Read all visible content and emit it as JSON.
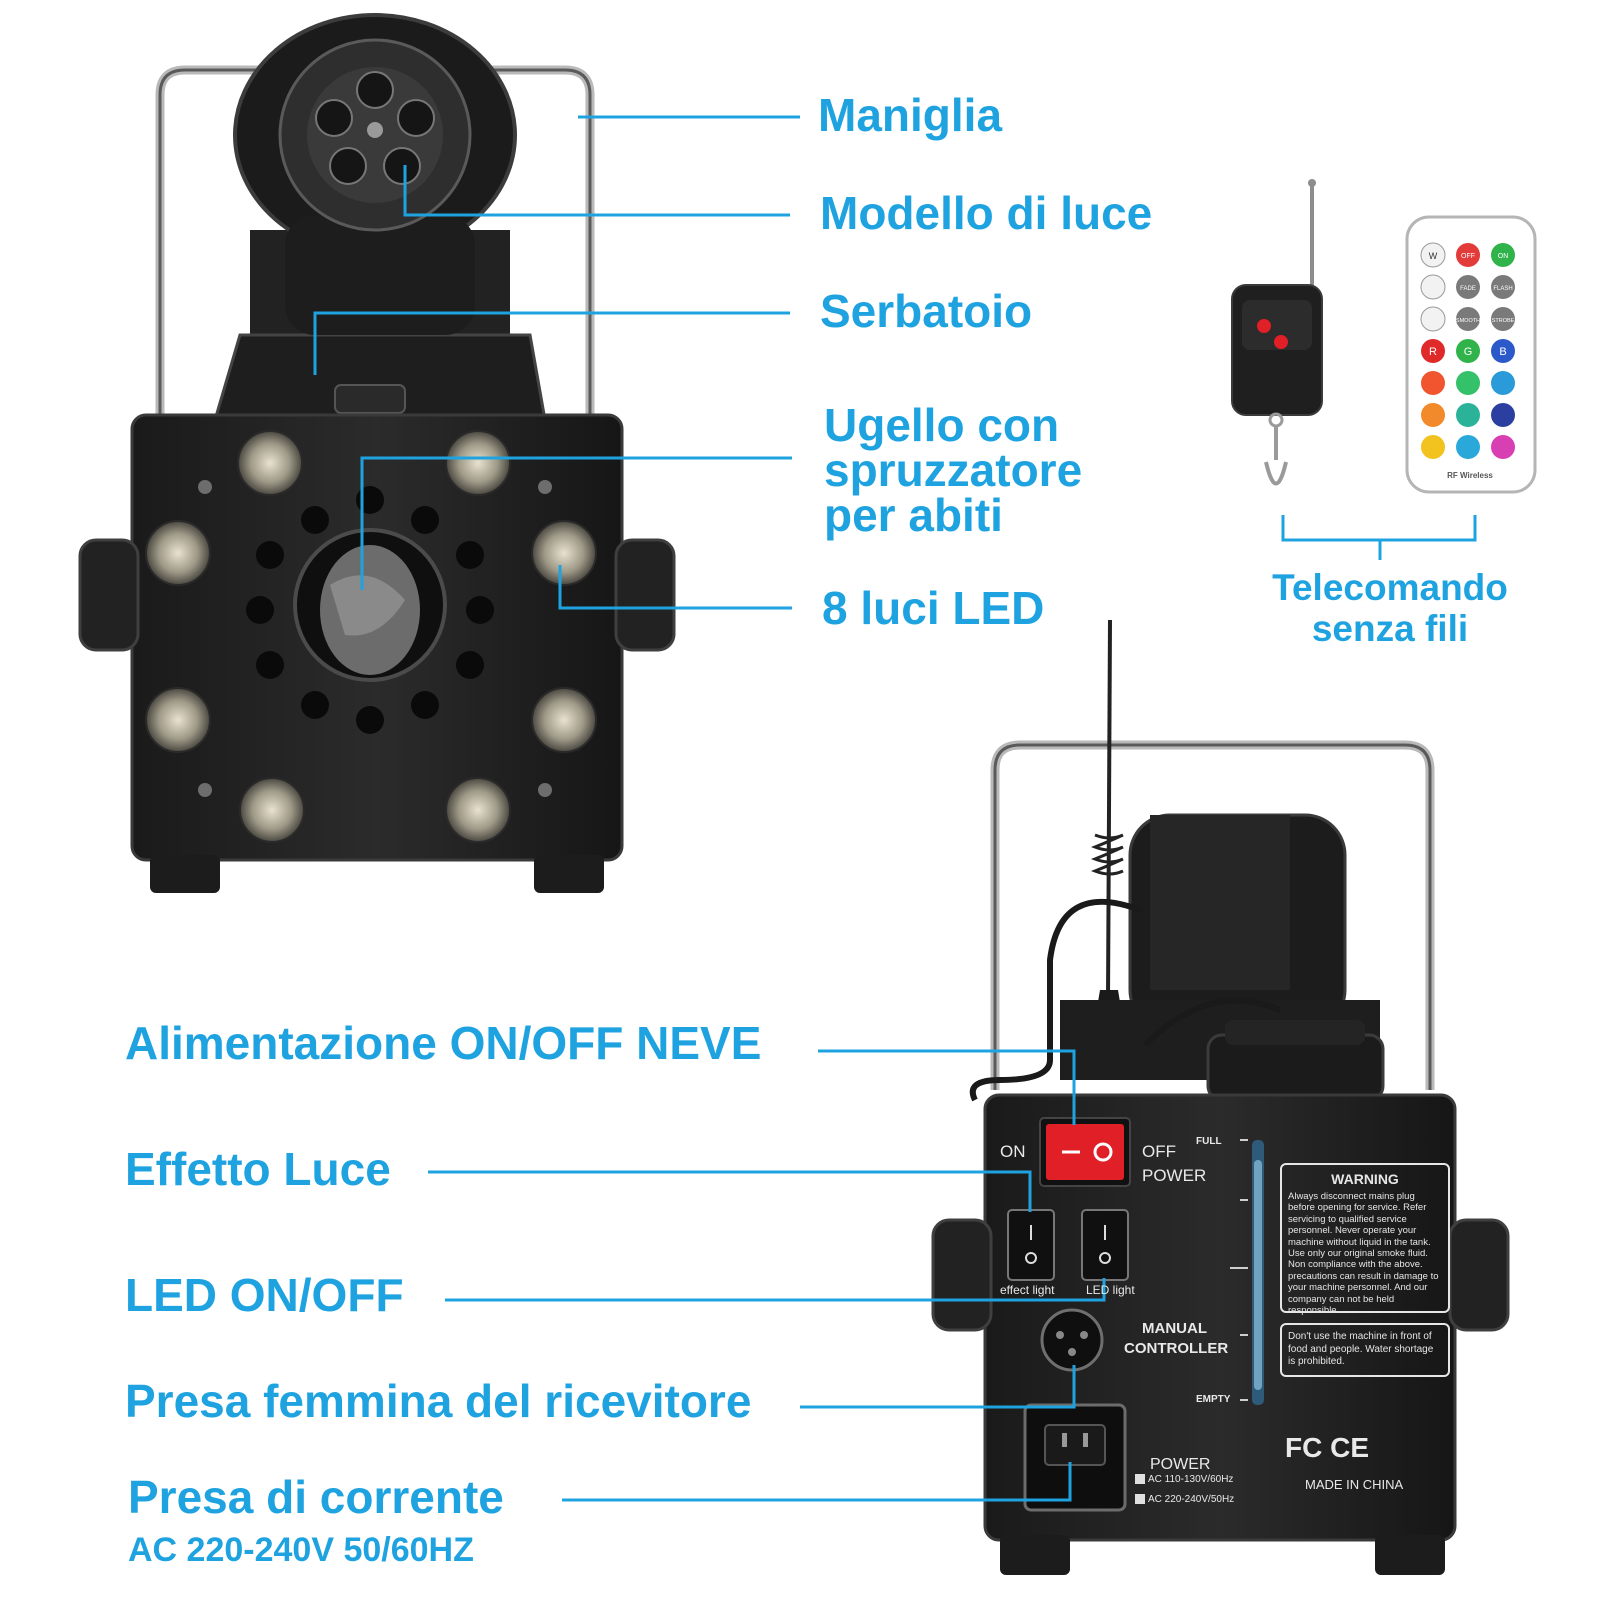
{
  "callouts_top": {
    "handle": "Maniglia",
    "light_pattern": "Modello di luce",
    "tank": "Serbatoio",
    "nozzle_line1": "Ugello con",
    "nozzle_line2": "spruzzatore",
    "nozzle_line3": "per abiti",
    "leds": "8 luci LED"
  },
  "remote": {
    "label_line1": "Telecomando",
    "label_line2": "senza fili",
    "ir_buttons": [
      "W",
      "OFF",
      "ON",
      "FADE",
      "FLASH",
      "SMOOTH",
      "STROBE",
      "R",
      "G",
      "B"
    ],
    "brand_text": "RF Wireless"
  },
  "callouts_bottom": {
    "power_switch": "Alimentazione ON/OFF NEVE",
    "light_effect": "Effetto Luce",
    "led_switch": "LED ON/OFF",
    "receiver_socket": "Presa femmina del ricevitore",
    "power_socket": "Presa di corrente",
    "power_spec": "AC 220-240V 50/60HZ"
  },
  "rear_panel": {
    "on": "ON",
    "off": "OFF",
    "power": "POWER",
    "full": "FULL",
    "empty": "EMPTY",
    "effect_light": "effect light",
    "led_light": "LED light",
    "manual_controller_1": "MANUAL",
    "manual_controller_2": "CONTROLLER",
    "warning_title": "WARNING",
    "warning_text": "Always disconnect mains plug before opening for service. Refer servicing to qualified service personnel. Never operate your machine without liquid in the tank. Use only our original smoke fluid. Non compliance with the above. precautions can result in damage to your machine personnel. And our company can not be held responsible",
    "notice_text": "Don't use the machine in front of food and people. Water shortage is prohibited.",
    "certifications": "FC CE",
    "made_in": "MADE IN CHINA",
    "power_label": "POWER",
    "voltage_1": "AC 110-130V/60Hz",
    "voltage_2": "AC 220-240V/50Hz"
  },
  "colors": {
    "accent_blue": "#1fa3e0",
    "device_black": "#1c1c1c",
    "switch_red": "#e01f26"
  }
}
